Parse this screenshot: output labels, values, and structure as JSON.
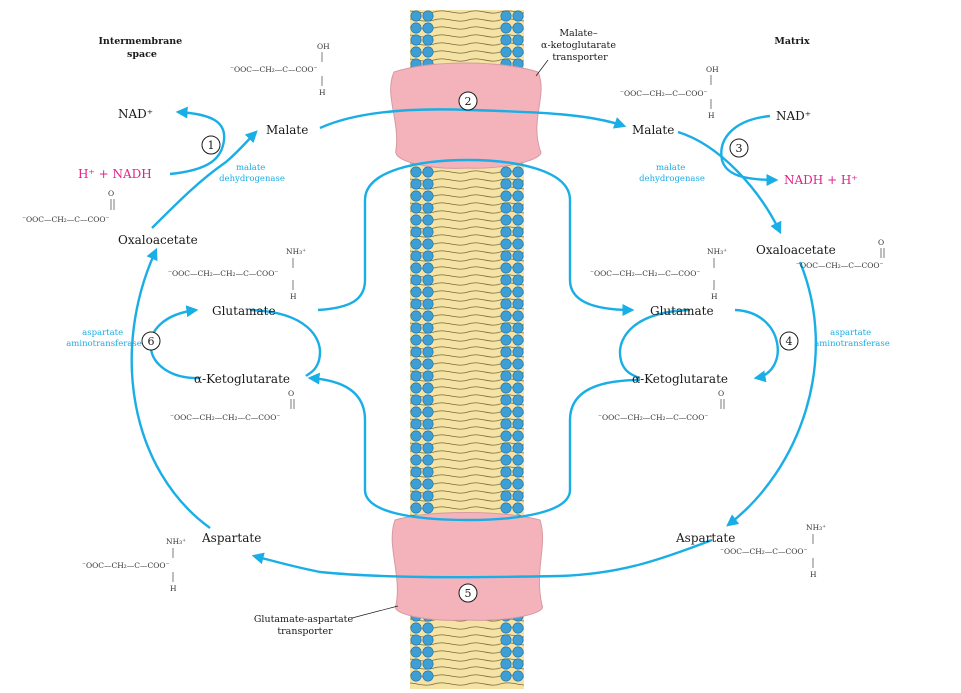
{
  "compartments": {
    "left": "Intermembrane\nspace",
    "right": "Matrix"
  },
  "transporters": {
    "malate_akg": "Malate–\nα-ketoglutarate\ntransporter",
    "glu_asp": "Glutamate-aspartate\ntransporter"
  },
  "steps": [
    "1",
    "2",
    "3",
    "4",
    "5",
    "6"
  ],
  "left": {
    "nad_plus": "NAD⁺",
    "h_nadh": "H⁺ + NADH",
    "malate": "Malate",
    "enzyme_mdh": "malate\ndehydrogenase",
    "oxaloacetate": "Oxaloacetate",
    "glutamate": "Glutamate",
    "akg": "α-Ketoglutarate",
    "aspartate": "Aspartate",
    "enzyme_ast": "aspartate\naminotransferase"
  },
  "right": {
    "nad_plus": "NAD⁺",
    "nadh_h": "NADH + H⁺",
    "malate": "Malate",
    "enzyme_mdh": "malate\ndehydrogenase",
    "oxaloacetate": "Oxaloacetate",
    "glutamate": "Glutamate",
    "akg": "α-Ketoglutarate",
    "aspartate": "Aspartate",
    "enzyme_ast": "aspartate\naminotransferase"
  },
  "structures": {
    "malate": {
      "oh": "OH",
      "main": "⁻OOC—CH₂—C—COO⁻",
      "h": "H"
    },
    "oxaloacetate": {
      "o": "O",
      "main": "⁻OOC—CH₂—C—COO⁻"
    },
    "glutamate": {
      "nh3": "NH₃⁺",
      "main": "⁻OOC—CH₂—CH₂—C—COO⁻",
      "h": "H"
    },
    "akg": {
      "o": "O",
      "main": "⁻OOC—CH₂—CH₂—C—COO⁻"
    },
    "aspartate": {
      "nh3": "NH₃⁺",
      "main": "⁻OOC—CH₂—C—COO⁻",
      "h": "H"
    }
  },
  "colors": {
    "arrow": "#19aee6",
    "magenta": "#e3208c",
    "transporter": "#f4b3bb",
    "bead": "#3d9fd6",
    "lipid": "#f5e3a6"
  }
}
